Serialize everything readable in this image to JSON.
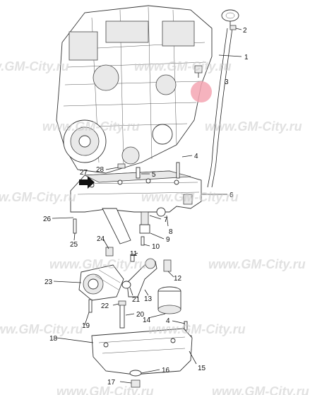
{
  "watermark": "www.GM-City.ru",
  "callouts": [
    "1",
    "2",
    "3",
    "4",
    "5",
    "6",
    "7",
    "8",
    "9",
    "10",
    "11",
    "12",
    "13",
    "14",
    "15",
    "16",
    "17",
    "18",
    "19",
    "20",
    "21",
    "22",
    "23",
    "24",
    "25",
    "26",
    "27",
    "28",
    "4"
  ],
  "colors": {
    "highlight": "#f4a6b3",
    "line": "#222222",
    "watermark": "#c9c9c9"
  }
}
